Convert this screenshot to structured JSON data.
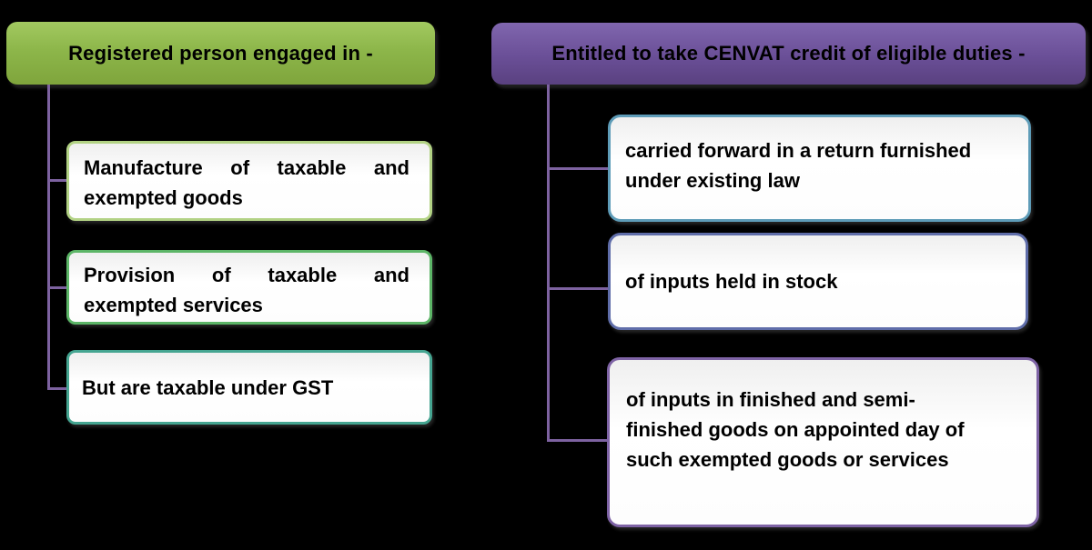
{
  "palette": {
    "background": "#000000",
    "connector": "#7d62a0",
    "green_header_top": "#a2c960",
    "green_header_bottom": "#7fa53c",
    "purple_header_top": "#8066ae",
    "purple_header_bottom": "#5a4180"
  },
  "left_panel": {
    "header_label": "Registered person engaged in -",
    "items": [
      {
        "label": "Manufacture of taxable and exempted goods",
        "border_color": "#b2d284"
      },
      {
        "label": "Provision of taxable and exempted services",
        "border_color": "#5cb567"
      },
      {
        "label": "But are taxable under GST",
        "border_color": "#45a591"
      }
    ]
  },
  "right_panel": {
    "header_label": "Entitled to take CENVAT credit of eligible duties -",
    "items": [
      {
        "label": "carried forward in a return furnished\nunder existing law",
        "border_color": "#5e9cb8"
      },
      {
        "label": "of inputs held in stock",
        "border_color": "#5f6da9"
      },
      {
        "label": "of inputs in finished and semi-\nfinished goods on appointed day of\nsuch exempted goods or services",
        "border_color": "#7e63a5"
      }
    ]
  }
}
